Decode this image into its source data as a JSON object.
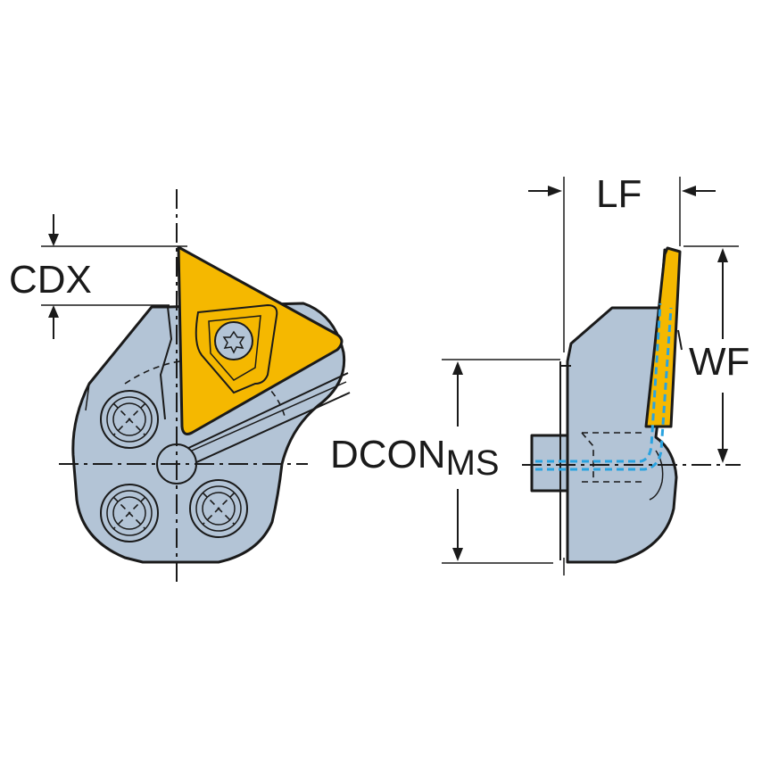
{
  "labels": {
    "cdx": "CDX",
    "lf": "LF",
    "wf": "WF",
    "dcon": "DCON",
    "dcon_sub": "MS"
  },
  "colors": {
    "body": "#b3c4d6",
    "insert": "#f5b800",
    "coolant": "#2aa3e0",
    "line": "#1a1a1a"
  },
  "icons": {
    "screw": "torx-screw-icon"
  }
}
